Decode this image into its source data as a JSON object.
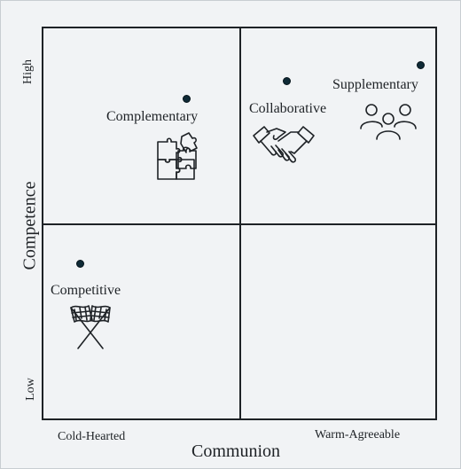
{
  "axes": {
    "x_title": "Communion",
    "x_low": "Cold-Hearted",
    "x_high": "Warm-Agreeable",
    "y_title": "Competence",
    "y_low": "Low",
    "y_high": "High"
  },
  "items": {
    "complementary": {
      "label": "Complementary",
      "icon": "puzzle-icon"
    },
    "collaborative": {
      "label": "Collaborative",
      "icon": "handshake-icon"
    },
    "supplementary": {
      "label": "Supplementary",
      "icon": "people-group-icon"
    },
    "competitive": {
      "label": "Competitive",
      "icon": "checkered-flags-icon"
    }
  },
  "colors": {
    "dot": "#0f2a36",
    "line": "#1e2226",
    "background": "#f1f3f5"
  }
}
